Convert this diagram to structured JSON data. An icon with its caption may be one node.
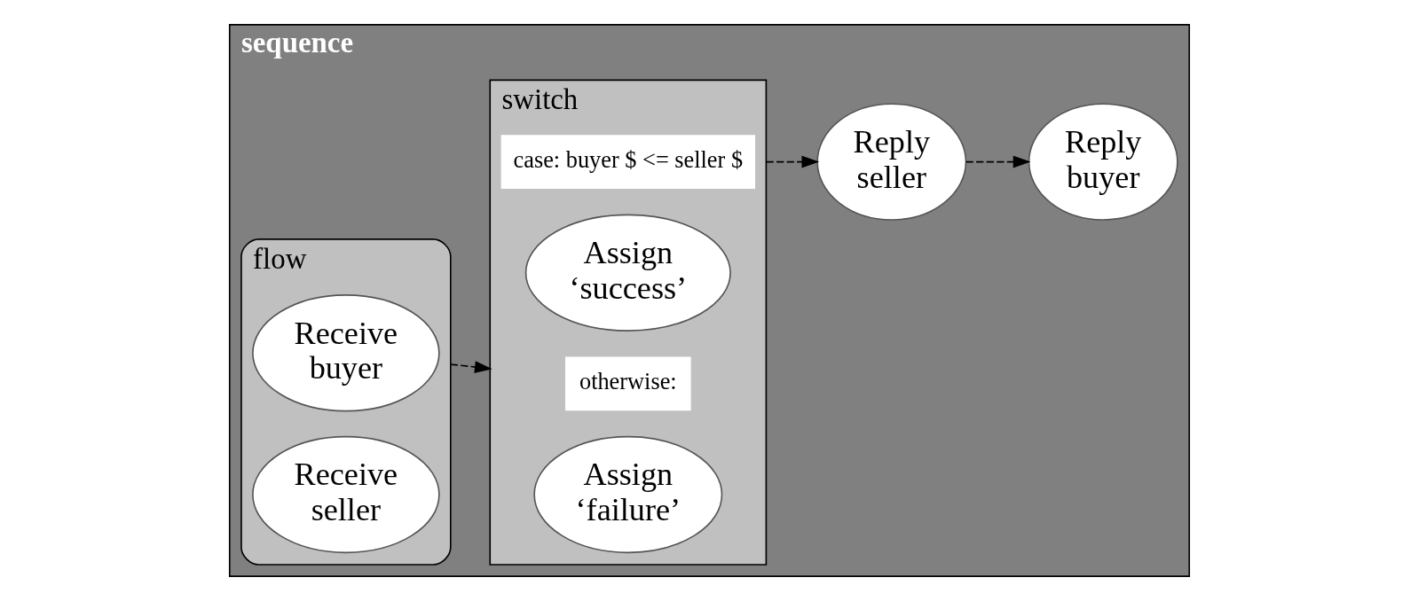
{
  "diagram": {
    "nodes": [
      {
        "text": [
          "sequence"
        ]
      },
      {
        "text": [
          "flow"
        ],
        "in": 0
      },
      {
        "text": [
          "Receive buyer"
        ],
        "in": 1
      },
      {
        "text": [
          "Receive seller"
        ],
        "in": 1
      },
      {
        "text": [
          "switch"
        ],
        "in": 0
      },
      {
        "text": [
          "case: buyer $ <= seller $"
        ],
        "in": 4
      },
      {
        "text": [
          "Assign ‘success’"
        ],
        "in": 4
      },
      {
        "text": [
          "otherwise:"
        ],
        "in": 4
      },
      {
        "text": [
          "Assign ‘failure’"
        ],
        "in": 4
      },
      {
        "text": [
          "Reply seller"
        ],
        "in": 0
      },
      {
        "text": [
          "Reply buyer"
        ],
        "in": 0
      }
    ],
    "edges": [
      {
        "from": 1,
        "to": 4,
        "arrow": "to",
        "style": "dashed"
      },
      {
        "from": 4,
        "to": 9,
        "arrow": "to",
        "style": "dashed"
      },
      {
        "from": 9,
        "to": 10,
        "arrow": "to",
        "style": "dashed"
      }
    ]
  }
}
